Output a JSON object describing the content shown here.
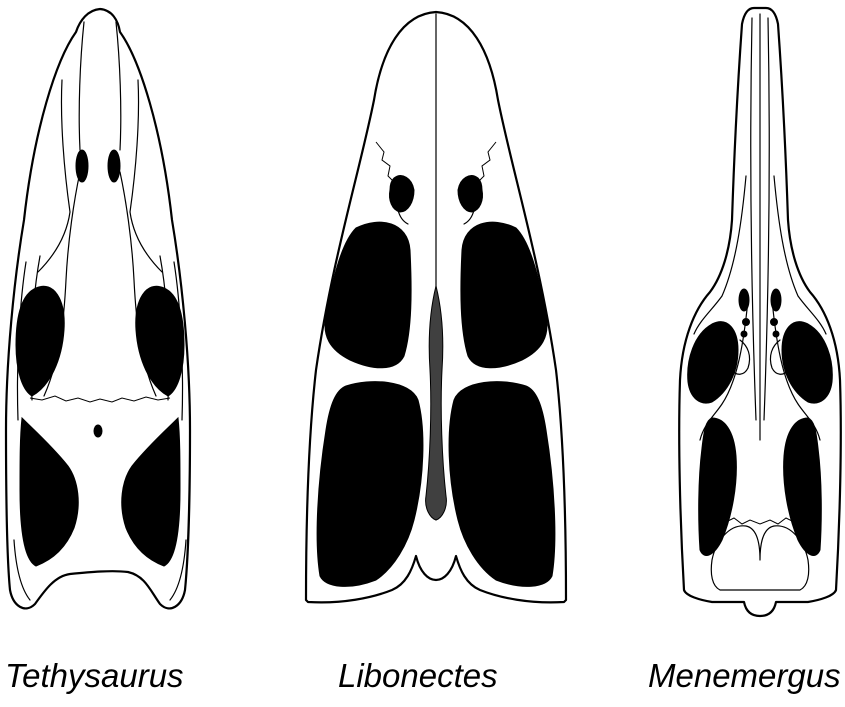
{
  "taxa": [
    {
      "name": "Tethysaurus"
    },
    {
      "name": "Libonectes"
    },
    {
      "name": "Menemergus"
    }
  ],
  "colors": {
    "fenestra": "#000000",
    "vacuity": "#404040",
    "bone": "#ffffff",
    "outline": "#000000"
  }
}
